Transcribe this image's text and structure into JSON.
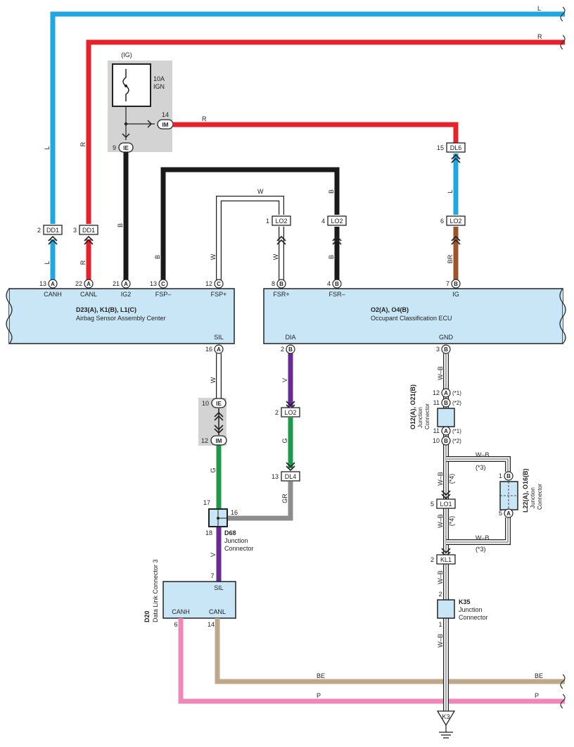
{
  "colors": {
    "L": "#1ea7e1",
    "R": "#e8202a",
    "B": "#1a1a1a",
    "W": "#ffffff",
    "BR": "#a0522d",
    "V": "#6a2a95",
    "G": "#1c9a48",
    "GR": "#8d8d8d",
    "BE": "#bfa88a",
    "P": "#ef87b9",
    "WB": "#ffffff",
    "ecu_fill": "#c8e6f5",
    "shade": "#d3d3d3"
  },
  "bus": {
    "l": "L",
    "r": "R",
    "be_left": "BE",
    "be_right": "BE",
    "p_left": "P",
    "p_right": "P"
  },
  "fuse": {
    "source": "(IG)",
    "rating": "10A",
    "name": "IGN"
  },
  "ie": {
    "pin": "9",
    "label": "IE"
  },
  "im": {
    "pin": "14",
    "label": "IM"
  },
  "wire_labels": {
    "im_r": "R",
    "l_left": "L",
    "r_left": "R",
    "b_ig2": "B",
    "w_top": "W",
    "b_fsr": "B",
    "l_dl6": "L",
    "br": "BR",
    "l_low": "L",
    "r_low": "R",
    "b_fspm": "B",
    "w_fspp": "W",
    "w_fsrp": "W",
    "b_fsrm": "B",
    "w_sil": "W",
    "v_dia": "V",
    "g_dia": "G",
    "gr": "GR",
    "g_im": "G",
    "v_d68": "V",
    "wb_gnd": "W–B",
    "wb_mid": "W–B",
    "wb_top": "W–B",
    "wb_bot": "W–B",
    "wb_lo1": "W–B",
    "wb_k35a": "W–B",
    "wb_k35b": "W–B",
    "star3a": "(*3)",
    "star3b": "(*3)",
    "star4a": "(*4)",
    "star4b": "(*4)"
  },
  "connectors": {
    "dd1a": {
      "pin": "2",
      "label": "DD1"
    },
    "dd1b": {
      "pin": "3",
      "label": "DD1"
    },
    "dl6": {
      "pin": "15",
      "label": "DL6"
    },
    "lo2a": {
      "pin": "1",
      "label": "LO2"
    },
    "lo2b": {
      "pin": "4",
      "label": "LO2"
    },
    "lo2c": {
      "pin": "6",
      "label": "LO2"
    },
    "lo2d": {
      "pin": "2",
      "label": "LO2"
    },
    "dl4": {
      "pin": "13",
      "label": "DL4"
    },
    "lo1": {
      "pin": "5",
      "label": "LO1"
    },
    "kl1": {
      "pin": "2",
      "label": "KL1"
    }
  },
  "airbag_ecu": {
    "title": "D23(A), K1(B), L1(C)",
    "subtitle": "Airbag Sensor Assembly Center",
    "pins": [
      {
        "num": "13",
        "letter": "A",
        "name": "CANH"
      },
      {
        "num": "22",
        "letter": "A",
        "name": "CANL"
      },
      {
        "num": "21",
        "letter": "A",
        "name": "IG2"
      },
      {
        "num": "13",
        "letter": "C",
        "name": "FSP–"
      },
      {
        "num": "12",
        "letter": "C",
        "name": "FSP+"
      }
    ],
    "sil": {
      "num": "16",
      "letter": "A",
      "name": "SIL"
    }
  },
  "occupant_ecu": {
    "title": "O2(A), O4(B)",
    "subtitle": "Occupant Classification ECU",
    "pins": [
      {
        "num": "8",
        "letter": "B",
        "name": "FSR+"
      },
      {
        "num": "4",
        "letter": "B",
        "name": "FSR–"
      },
      {
        "num": "7",
        "letter": "B",
        "name": "IG"
      }
    ],
    "dia": {
      "num": "2",
      "letter": "B",
      "name": "DIA"
    },
    "gnd": {
      "num": "3",
      "letter": "B",
      "name": "GND"
    }
  },
  "ie_lower": {
    "pin": "10",
    "label": "IE"
  },
  "im_lower": {
    "pin": "12",
    "label": "IM"
  },
  "d68": {
    "name": "D68",
    "desc1": "Junction",
    "desc2": "Connector",
    "pin_top": "17",
    "pin_right": "16",
    "pin_bottom": "18"
  },
  "dlc": {
    "name": "D20",
    "desc": "Data Link Connector 3",
    "pin_sil": "7",
    "sil": "SIL",
    "canh": "CANH",
    "canl": "CANL",
    "pin_canh": "6",
    "pin_canl": "14"
  },
  "o12": {
    "name": "O12(A), O21(B)",
    "desc1": "Junction",
    "desc2": "Connector",
    "p1": "12",
    "l1": "A",
    "n1": "(*1)",
    "p2": "11",
    "l2": "B",
    "n2": "(*2)",
    "p3": "11",
    "l3": "A",
    "n3": "(*1)",
    "p4": "10",
    "l4": "B",
    "n4": "(*2)"
  },
  "l22": {
    "name": "L22(A), O16(B)",
    "desc1": "Junction",
    "desc2": "Connector",
    "p1": "1",
    "l1": "B",
    "p2": "5",
    "l2": "A"
  },
  "k35": {
    "name": "K35",
    "desc1": "Junction",
    "desc2": "Connector",
    "pin_top": "2",
    "pin_bottom": "1"
  },
  "ground": {
    "label": "K3"
  }
}
